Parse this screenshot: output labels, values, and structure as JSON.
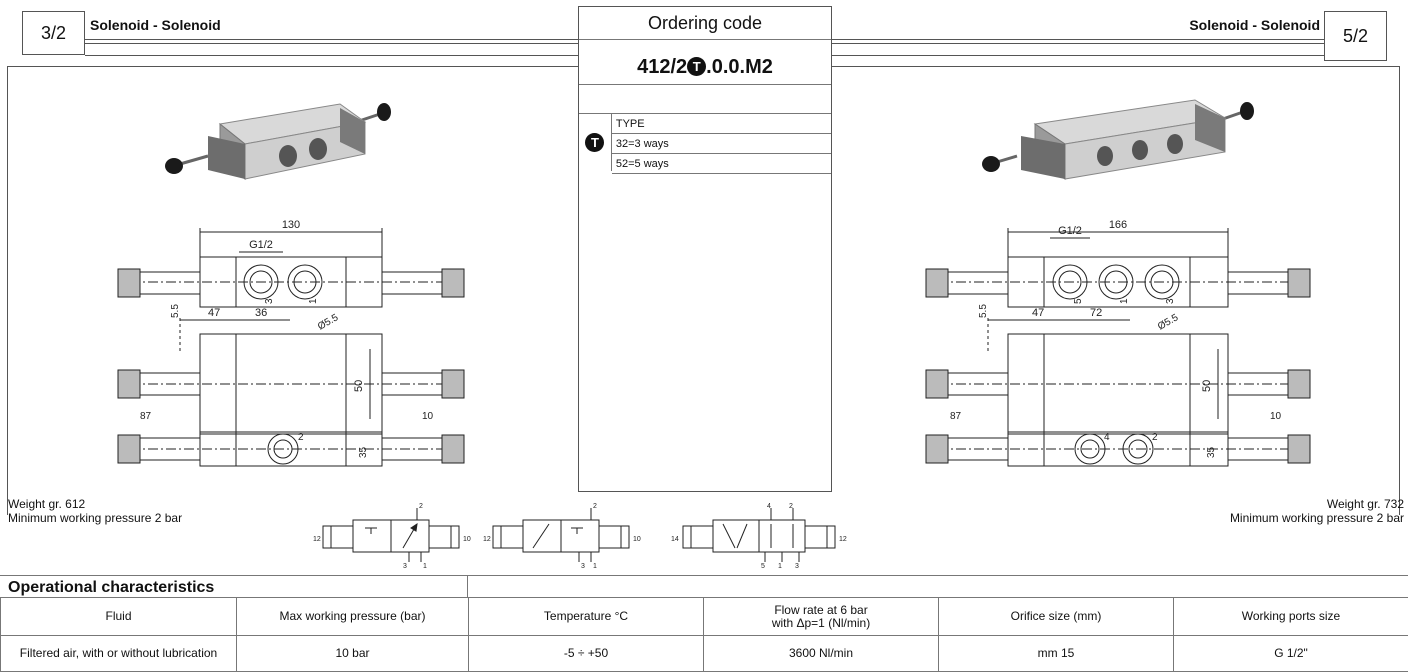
{
  "left_header": {
    "ratio": "3/2",
    "title": "Solenoid - Solenoid"
  },
  "right_header": {
    "ratio": "5/2",
    "title": "Solenoid - Solenoid"
  },
  "ordering": {
    "title": "Ordering code",
    "code_prefix": "412/2",
    "code_marker": "T",
    "code_suffix": ".0.0.M2",
    "type_marker": "T",
    "type_header": "TYPE",
    "type_options": [
      "32=3 ways",
      "52=5 ways"
    ]
  },
  "left_drawing": {
    "length": "130",
    "port_thread": "G1/2",
    "dim_offset": "47",
    "dim_spacing": "36",
    "hole_dia": "Ø5.5",
    "dim_small": "5.5",
    "height": "50",
    "depth": "35",
    "ports_top": [
      "3",
      "1"
    ],
    "port_bottom": "2",
    "pilot_left": "87",
    "pilot_right": "10"
  },
  "right_drawing": {
    "length": "166",
    "port_thread": "G1/2",
    "dim_offset": "47",
    "dim_spacing": "72",
    "hole_dia": "Ø5.5",
    "dim_small": "5.5",
    "height": "50",
    "depth": "35",
    "ports_top": [
      "5",
      "1",
      "3"
    ],
    "ports_bottom": [
      "4",
      "2"
    ],
    "pilot_left": "87",
    "pilot_right": "10"
  },
  "left_notes": {
    "weight": "Weight gr. 612",
    "pressure": "Minimum working pressure 2 bar"
  },
  "right_notes": {
    "weight": "Weight gr. 732",
    "pressure": "Minimum working pressure 2 bar"
  },
  "symbols": {
    "s1": {
      "left": "12",
      "right": "10",
      "top": "2",
      "bottom": [
        "3",
        "1"
      ]
    },
    "s2": {
      "left": "12",
      "right": "10",
      "top": "2",
      "bottom": [
        "3",
        "1"
      ]
    },
    "s3": {
      "left": "14",
      "right": "12",
      "top": [
        "4",
        "2"
      ],
      "bottom": [
        "5",
        "1",
        "3"
      ]
    }
  },
  "operational": {
    "title": "Operational characteristics",
    "headers": [
      "Fluid",
      "Max working pressure (bar)",
      "Temperature °C",
      "Flow rate at 6 bar",
      "Orifice size (mm)",
      "Working ports size"
    ],
    "flow_header_line2": "with Δp=1 (Nl/min)",
    "values": [
      "Filtered air, with or without lubrication",
      "10 bar",
      "-5 ÷ +50",
      "3600 Nl/min",
      "mm 15",
      "G 1/2\""
    ]
  }
}
